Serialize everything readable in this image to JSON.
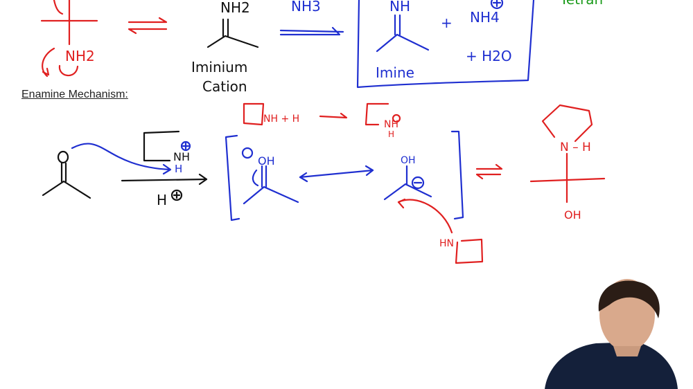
{
  "section": {
    "title": "Enamine Mechanism:"
  },
  "imine_step": {
    "amine_label": "NH2",
    "iminium_top": "NH2",
    "iminium_label_1": "Iminium",
    "iminium_label_2": "Cation",
    "reagent": "NH3",
    "product_nh": "NH",
    "ammonium": "NH4",
    "plus_1": "+",
    "plus_water": "+ H2O",
    "product_label": "Imine",
    "green_note": "Tetrah"
  },
  "enamine_step": {
    "azetidine_nh": "NH",
    "azetidine_h": "H",
    "acid_catalyst": "H",
    "protonation_reagents": "NH + H",
    "protonated_amine": "NH",
    "protonated_amine_h": "H",
    "oxocarbenium_oh": "OH",
    "carbocation_oh": "OH",
    "attacking_amine": "HN",
    "intermediate_nh": "N – H",
    "intermediate_oh": "OH"
  },
  "colors": {
    "red": "#e02020",
    "blue": "#1f2fd0",
    "black": "#111111",
    "green": "#1a9a1a"
  }
}
